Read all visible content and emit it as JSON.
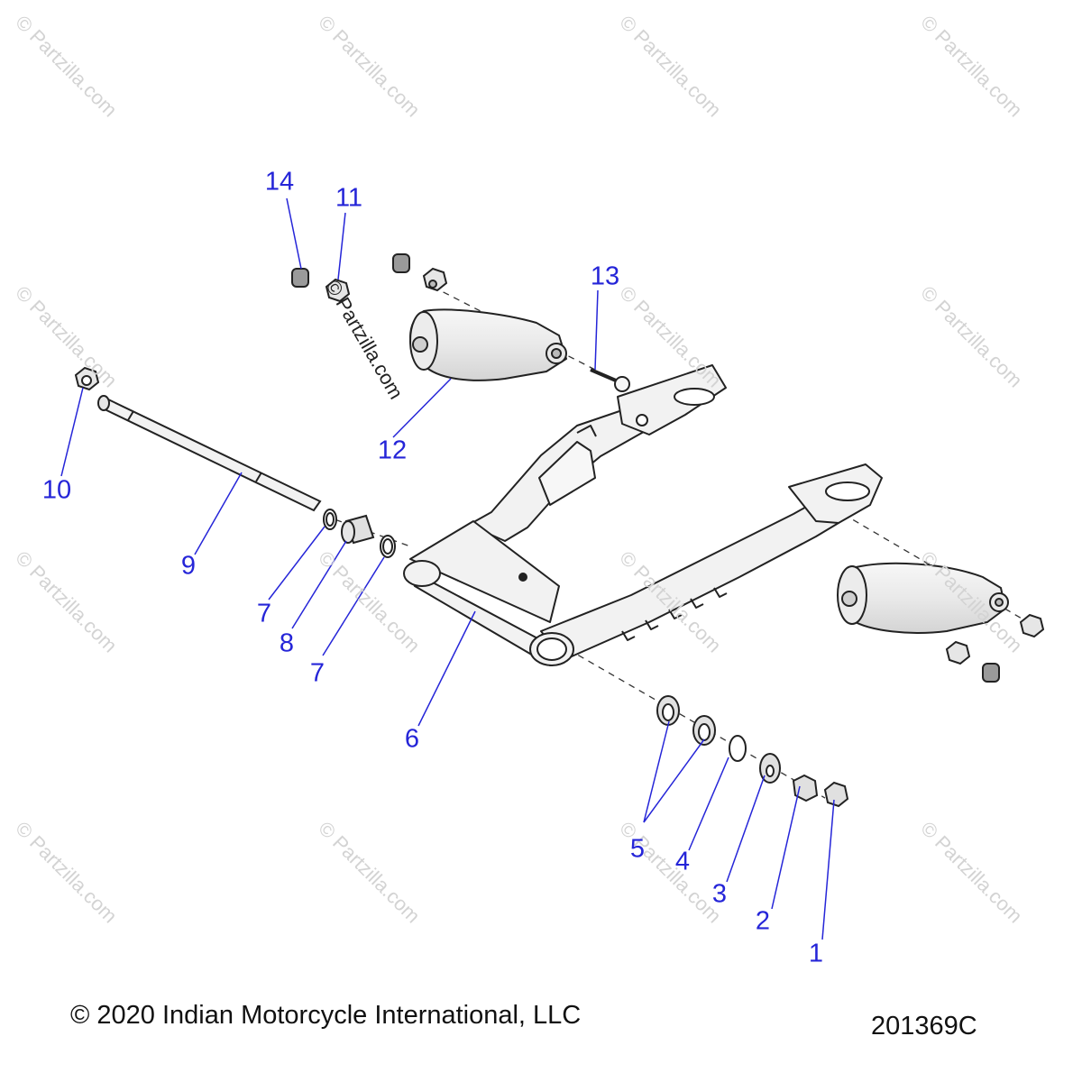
{
  "diagram": {
    "copyright": "© 2020 Indian Motorcycle International, LLC",
    "drawing_number": "201369C",
    "watermark": "© Partzilla.com",
    "callouts": [
      "1",
      "2",
      "3",
      "4",
      "5",
      "6",
      "7",
      "7",
      "8",
      "9",
      "10",
      "11",
      "12",
      "13",
      "14"
    ],
    "colors": {
      "callout": "#2525d8",
      "line": "#222222",
      "part_fill": "#f2f2f2",
      "watermark": "#d3d3d3"
    }
  }
}
